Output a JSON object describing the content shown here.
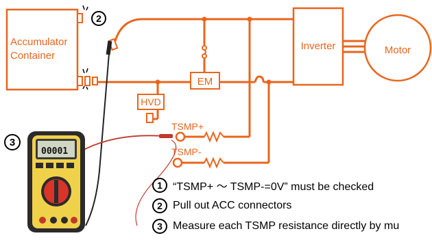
{
  "labels": {
    "accumulator_line1": "Accumulator",
    "accumulator_line2": "Container",
    "inverter": "Inverter",
    "motor": "Motor",
    "em": "EM",
    "hvd": "HVD",
    "tsmp_plus": "TSMP+",
    "tsmp_minus": "TSMP-"
  },
  "markers": {
    "step2": "2",
    "step3": "3",
    "meter_display": "00001"
  },
  "steps": [
    {
      "num": "1",
      "text": "“TSMP+ ～ TSMP-=0V” must be checked"
    },
    {
      "num": "2",
      "text": "Pull out ACC connectors"
    },
    {
      "num": "3",
      "text": "Measure each TSMP resistance directly by mu"
    }
  ],
  "colors": {
    "wire": "#e8651c",
    "meter_body": "#f0d24a",
    "meter_bezel": "#2b2b2b",
    "dial": "#d9342b",
    "probe_red": "#c0392b",
    "probe_black": "#222222"
  }
}
